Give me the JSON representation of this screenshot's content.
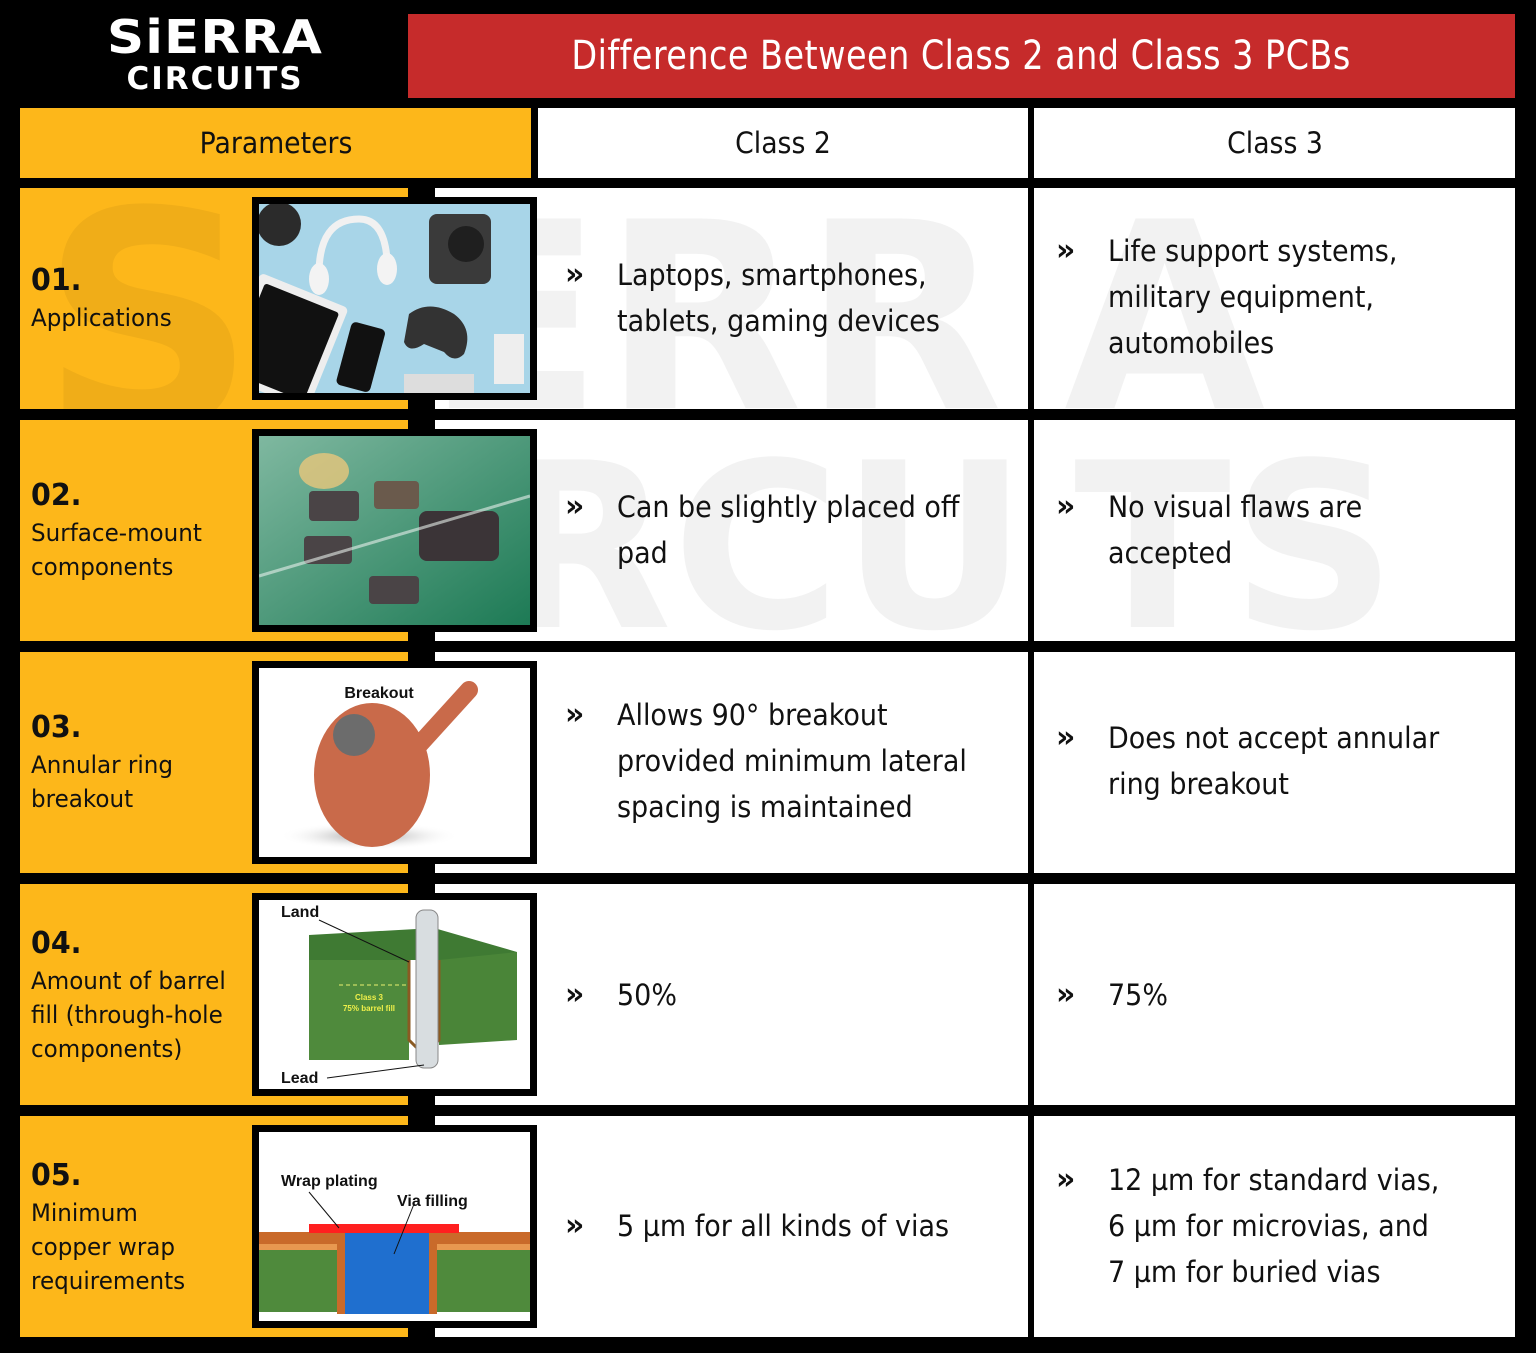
{
  "header": {
    "logo_line1": "SiERRA",
    "logo_line2": "CIRCUITS",
    "title": "Difference Between Class 2 and Class 3 PCBs"
  },
  "columns": {
    "parameters": "Parameters",
    "class2": "Class 2",
    "class3": "Class 3"
  },
  "bullet_icon": "»",
  "watermark": {
    "line1": "SiERRA",
    "line2": "CIRCUITS"
  },
  "rows": [
    {
      "number": "01.",
      "label": "Applications",
      "image": "consumer-electronics-photo",
      "class2": "Laptops, smartphones,\ntablets, gaming devices",
      "class3": "Life support systems,\nmilitary equipment,\nautomobiles"
    },
    {
      "number": "02.",
      "label": "Surface-mount components",
      "image": "smd-components-on-pcb-photo",
      "class2": "Can be slightly placed off\npad",
      "class3": "No visual flaws are\naccepted"
    },
    {
      "number": "03.",
      "label": "Annular ring breakout",
      "image": "annular-ring-breakout-diagram",
      "diagram_label": "Breakout",
      "class2": "Allows 90° breakout\nprovided minimum lateral\nspacing is maintained",
      "class3": "Does not accept annular\nring breakout"
    },
    {
      "number": "04.",
      "label": "Amount of barrel fill (through-hole components)",
      "image": "barrel-fill-diagram",
      "diagram_labels": {
        "land": "Land",
        "lead": "Lead",
        "fill_line1": "Class 3",
        "fill_line2": "75% barrel fill"
      },
      "class2": "50%",
      "class3": "75%"
    },
    {
      "number": "05.",
      "label": "Minimum copper wrap requirements",
      "image": "copper-wrap-diagram",
      "diagram_labels": {
        "wrap": "Wrap plating",
        "via": "Via filling"
      },
      "class2": "5 µm for all kinds of vias",
      "class3": "12 µm for standard vias,\n6 µm for microvias, and\n7 µm for buried vias"
    }
  ],
  "colors": {
    "background": "#000000",
    "title_bar": "#c62b2b",
    "parameter_cell": "#fdb71a",
    "content_cell": "#ffffff",
    "copper": "#c96a4a",
    "pcb_green": "#4f8a3c",
    "via_blue": "#1f6fcf",
    "wrap_red": "#ff1f1f"
  }
}
